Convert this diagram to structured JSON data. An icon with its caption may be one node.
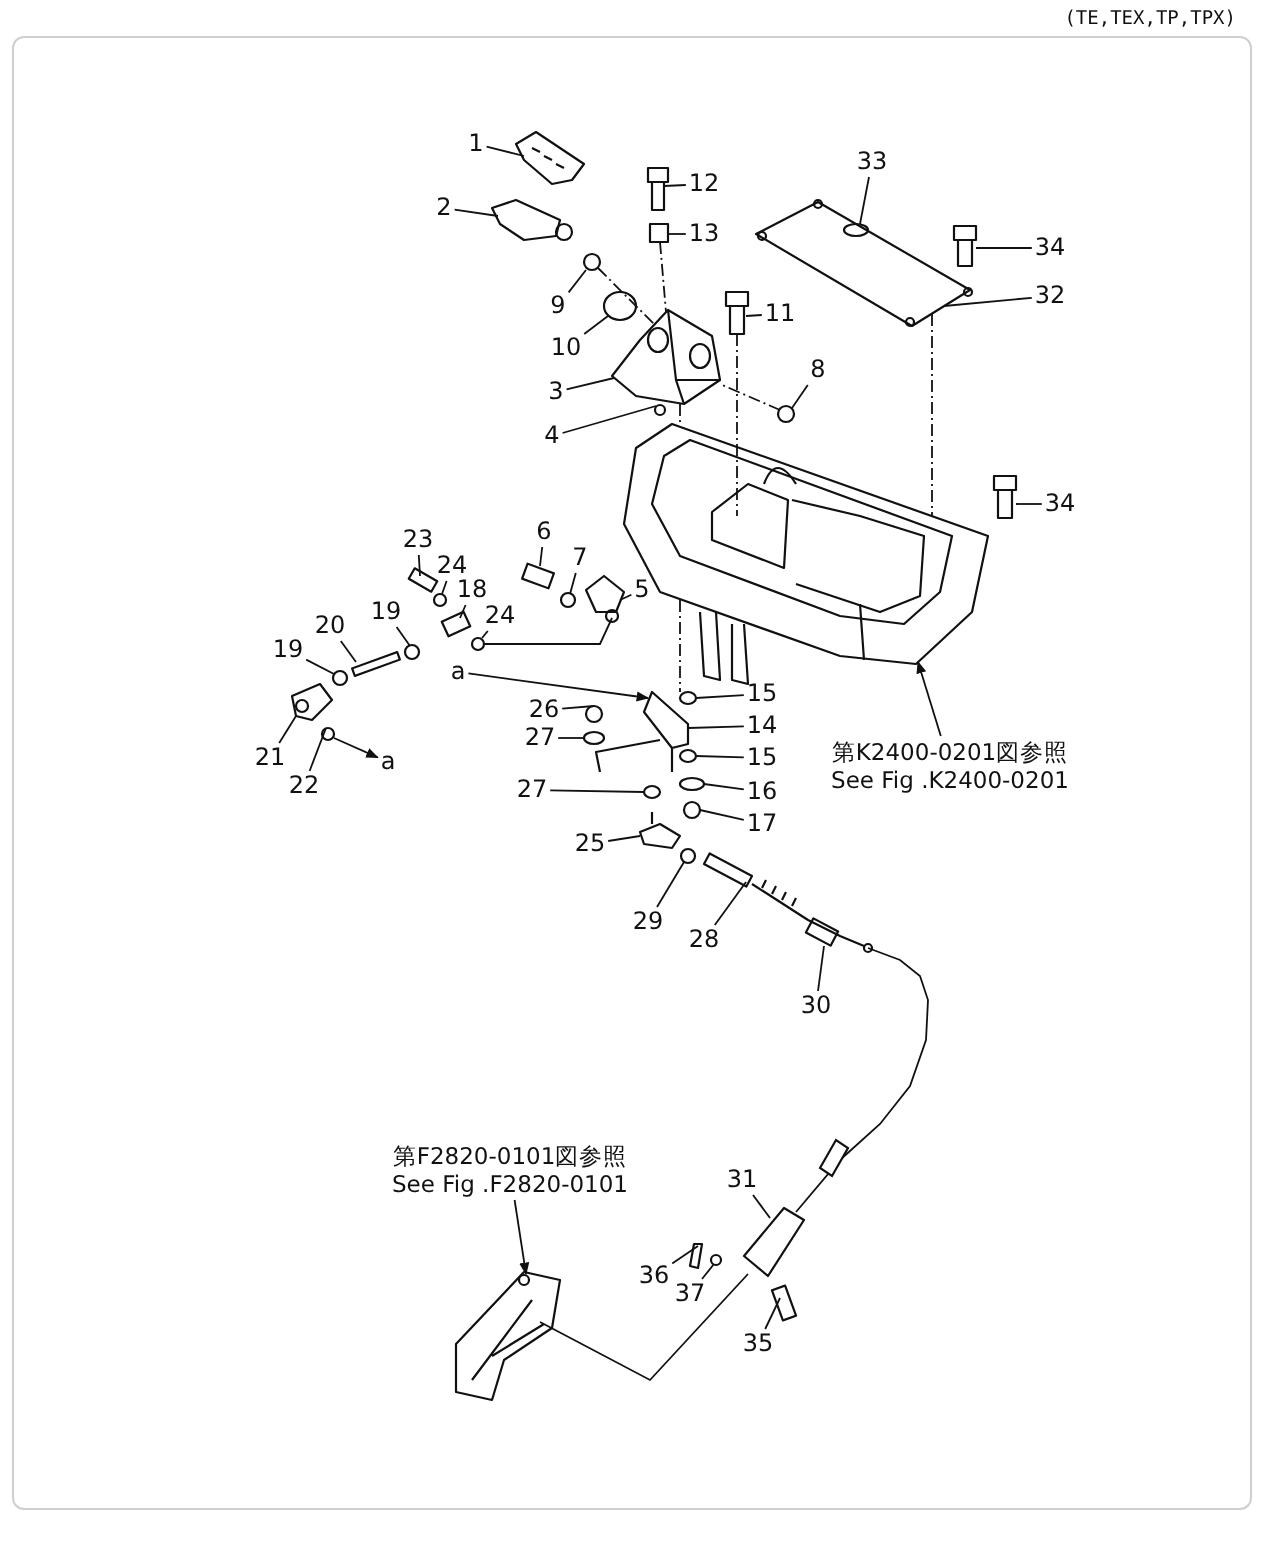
{
  "diagram": {
    "nodes": [
      {
        "text": [
          "1"
        ]
      },
      {
        "text": [
          "2"
        ]
      },
      {
        "text": [
          "12"
        ]
      },
      {
        "text": [
          "13"
        ]
      },
      {
        "text": [
          "33"
        ]
      },
      {
        "text": [
          "34"
        ]
      },
      {
        "text": [
          "32"
        ]
      },
      {
        "text": [
          "9"
        ]
      },
      {
        "text": [
          "11"
        ]
      },
      {
        "text": [
          "10"
        ]
      },
      {
        "text": [
          "8"
        ]
      },
      {
        "text": [
          "3"
        ]
      },
      {
        "text": [
          "4"
        ]
      },
      {
        "text": [
          "34"
        ]
      },
      {
        "text": [
          "23"
        ]
      },
      {
        "text": [
          "24"
        ]
      },
      {
        "text": [
          "18"
        ]
      },
      {
        "text": [
          "24"
        ]
      },
      {
        "text": [
          "6"
        ]
      },
      {
        "text": [
          "7"
        ]
      },
      {
        "text": [
          "5"
        ]
      },
      {
        "text": [
          "19"
        ]
      },
      {
        "text": [
          "20"
        ]
      },
      {
        "text": [
          "19"
        ]
      },
      {
        "text": [
          "21"
        ]
      },
      {
        "text": [
          "22"
        ]
      },
      {
        "text": [
          "a"
        ]
      },
      {
        "text": [
          "a"
        ]
      },
      {
        "text": [
          "26"
        ]
      },
      {
        "text": [
          "27"
        ]
      },
      {
        "text": [
          "15"
        ]
      },
      {
        "text": [
          "14"
        ]
      },
      {
        "text": [
          "15"
        ]
      },
      {
        "text": [
          "16"
        ]
      },
      {
        "text": [
          "17"
        ]
      },
      {
        "text": [
          "27"
        ]
      },
      {
        "text": [
          "25"
        ]
      },
      {
        "text": [
          "29"
        ]
      },
      {
        "text": [
          "28"
        ]
      },
      {
        "text": [
          "30"
        ]
      },
      {
        "text": [
          "第K2400-0201図参照",
          "See Fig .K2400-0201"
        ]
      },
      {
        "text": [
          "第F2820-0101図参照",
          "See Fig .F2820-0101"
        ]
      },
      {
        "text": [
          "31"
        ]
      },
      {
        "text": [
          "36"
        ]
      },
      {
        "text": [
          "37"
        ]
      },
      {
        "text": [
          "35"
        ]
      },
      {
        "text": [],
        "shape": "picture"
      },
      {
        "text": [],
        "shape": "picture"
      },
      {
        "text": [],
        "shape": "picture"
      },
      {
        "text": [],
        "shape": "box"
      },
      {
        "text": [],
        "shape": "picture"
      },
      {
        "text": [],
        "shape": "circle",
        "in": 50
      },
      {
        "text": [],
        "shape": "picture"
      },
      {
        "text": [],
        "shape": "circle"
      },
      {
        "text": [],
        "shape": "picture"
      },
      {
        "text": [],
        "shape": "circle"
      },
      {
        "text": [],
        "shape": "circle"
      },
      {
        "text": [],
        "shape": "picture"
      },
      {
        "text": [],
        "shape": "circle"
      },
      {
        "text": [],
        "shape": "picture"
      },
      {
        "text": [],
        "shape": "box"
      },
      {
        "text": [],
        "shape": "circle"
      },
      {
        "text": [],
        "shape": "box"
      },
      {
        "text": [],
        "shape": "circle"
      },
      {
        "text": [],
        "shape": "box"
      },
      {
        "text": [],
        "shape": "circle"
      },
      {
        "text": [],
        "shape": "picture"
      },
      {
        "text": [],
        "shape": "circle"
      },
      {
        "text": [],
        "shape": "box"
      },
      {
        "text": [],
        "shape": "circle"
      },
      {
        "text": [],
        "shape": "picture"
      },
      {
        "text": [],
        "shape": "circle"
      },
      {
        "text": [],
        "shape": "circle"
      },
      {
        "text": [],
        "shape": "circle"
      },
      {
        "text": [],
        "shape": "circle"
      },
      {
        "text": [],
        "shape": "picture"
      },
      {
        "text": [],
        "shape": "circle"
      },
      {
        "text": [],
        "shape": "circle"
      },
      {
        "text": [],
        "shape": "circle"
      },
      {
        "text": [],
        "shape": "circle"
      },
      {
        "text": [],
        "shape": "picture"
      },
      {
        "text": [],
        "shape": "circle"
      },
      {
        "text": [],
        "shape": "box"
      },
      {
        "text": [],
        "shape": "picture"
      },
      {
        "text": [],
        "shape": "picture"
      },
      {
        "text": [],
        "shape": "picture"
      },
      {
        "text": [],
        "shape": "picture"
      },
      {
        "text": [],
        "shape": "picture"
      },
      {
        "text": [],
        "shape": "circle"
      },
      {
        "text": [],
        "shape": "box"
      }
    ],
    "edges": [
      {
        "from": 0,
        "to": 46,
        "arrow": "none"
      },
      {
        "from": 1,
        "to": 47,
        "arrow": "none"
      },
      {
        "from": 2,
        "to": 48,
        "arrow": "none"
      },
      {
        "from": 3,
        "to": 49,
        "arrow": "none"
      },
      {
        "from": 4,
        "to": 51,
        "arrow": "none"
      },
      {
        "from": 5,
        "to": 52,
        "arrow": "none"
      },
      {
        "from": 6,
        "to": 50,
        "arrow": "none"
      },
      {
        "from": 7,
        "to": 53,
        "arrow": "none"
      },
      {
        "from": 8,
        "to": 54,
        "arrow": "none"
      },
      {
        "from": 9,
        "to": 55,
        "arrow": "none"
      },
      {
        "from": 10,
        "to": 56,
        "arrow": "none"
      },
      {
        "from": 11,
        "to": 57,
        "arrow": "none"
      },
      {
        "from": 12,
        "to": 58,
        "arrow": "none"
      },
      {
        "from": 13,
        "to": 59,
        "arrow": "none"
      },
      {
        "from": 14,
        "to": 60,
        "arrow": "none"
      },
      {
        "from": 15,
        "to": 61,
        "arrow": "none"
      },
      {
        "from": 16,
        "to": 62,
        "arrow": "none"
      },
      {
        "from": 17,
        "to": 63,
        "arrow": "none"
      },
      {
        "from": 18,
        "to": 64,
        "arrow": "none"
      },
      {
        "from": 19,
        "to": 65,
        "arrow": "none"
      },
      {
        "from": 20,
        "to": 66,
        "arrow": "none"
      },
      {
        "from": 21,
        "to": 67,
        "arrow": "none"
      },
      {
        "from": 22,
        "to": 68,
        "arrow": "none"
      },
      {
        "from": 23,
        "to": 69,
        "arrow": "none"
      },
      {
        "from": 24,
        "to": 70,
        "arrow": "none"
      },
      {
        "from": 25,
        "to": 71,
        "arrow": "none"
      },
      {
        "from": 26,
        "to": 75,
        "arrow": "to"
      },
      {
        "from": 71,
        "to": 27,
        "arrow": "to"
      },
      {
        "from": 28,
        "to": 72,
        "arrow": "none"
      },
      {
        "from": 29,
        "to": 73,
        "arrow": "none"
      },
      {
        "from": 30,
        "to": 74,
        "arrow": "none"
      },
      {
        "from": 31,
        "to": 75,
        "arrow": "none"
      },
      {
        "from": 32,
        "to": 76,
        "arrow": "none"
      },
      {
        "from": 33,
        "to": 77,
        "arrow": "none"
      },
      {
        "from": 34,
        "to": 78,
        "arrow": "none"
      },
      {
        "from": 35,
        "to": 79,
        "arrow": "none"
      },
      {
        "from": 36,
        "to": 80,
        "arrow": "none"
      },
      {
        "from": 37,
        "to": 81,
        "arrow": "none"
      },
      {
        "from": 38,
        "to": 82,
        "arrow": "none"
      },
      {
        "from": 39,
        "to": 83,
        "arrow": "none"
      },
      {
        "from": 40,
        "to": 84,
        "arrow": "to"
      },
      {
        "from": 41,
        "to": 85,
        "arrow": "to"
      },
      {
        "from": 42,
        "to": 86,
        "arrow": "none"
      },
      {
        "from": 43,
        "to": 87,
        "arrow": "none"
      },
      {
        "from": 44,
        "to": 88,
        "arrow": "none"
      },
      {
        "from": 45,
        "to": 89,
        "arrow": "none"
      },
      {
        "from": 66,
        "to": 63,
        "arrow": "none"
      },
      {
        "from": 86,
        "to": 85,
        "arrow": "none"
      },
      {
        "from": 53,
        "to": 57,
        "arrow": "none",
        "style": "dashed"
      },
      {
        "from": 49,
        "to": 57,
        "arrow": "none",
        "style": "dashed"
      },
      {
        "from": 54,
        "to": 84,
        "arrow": "none",
        "style": "dashed"
      },
      {
        "from": 50,
        "to": 84,
        "arrow": "none",
        "style": "dashed"
      },
      {
        "from": 56,
        "to": 57,
        "arrow": "none",
        "style": "dashed"
      },
      {
        "from": 84,
        "to": 74,
        "arrow": "none",
        "style": "dashed"
      },
      {
        "from": 57,
        "to": 84,
        "arrow": "none",
        "style": "dashed"
      },
      {
        "from": 83,
        "to": 86,
        "arrow": "none"
      }
    ],
    "labels": [
      "(TE,TEX,TP,TPX)"
    ]
  }
}
